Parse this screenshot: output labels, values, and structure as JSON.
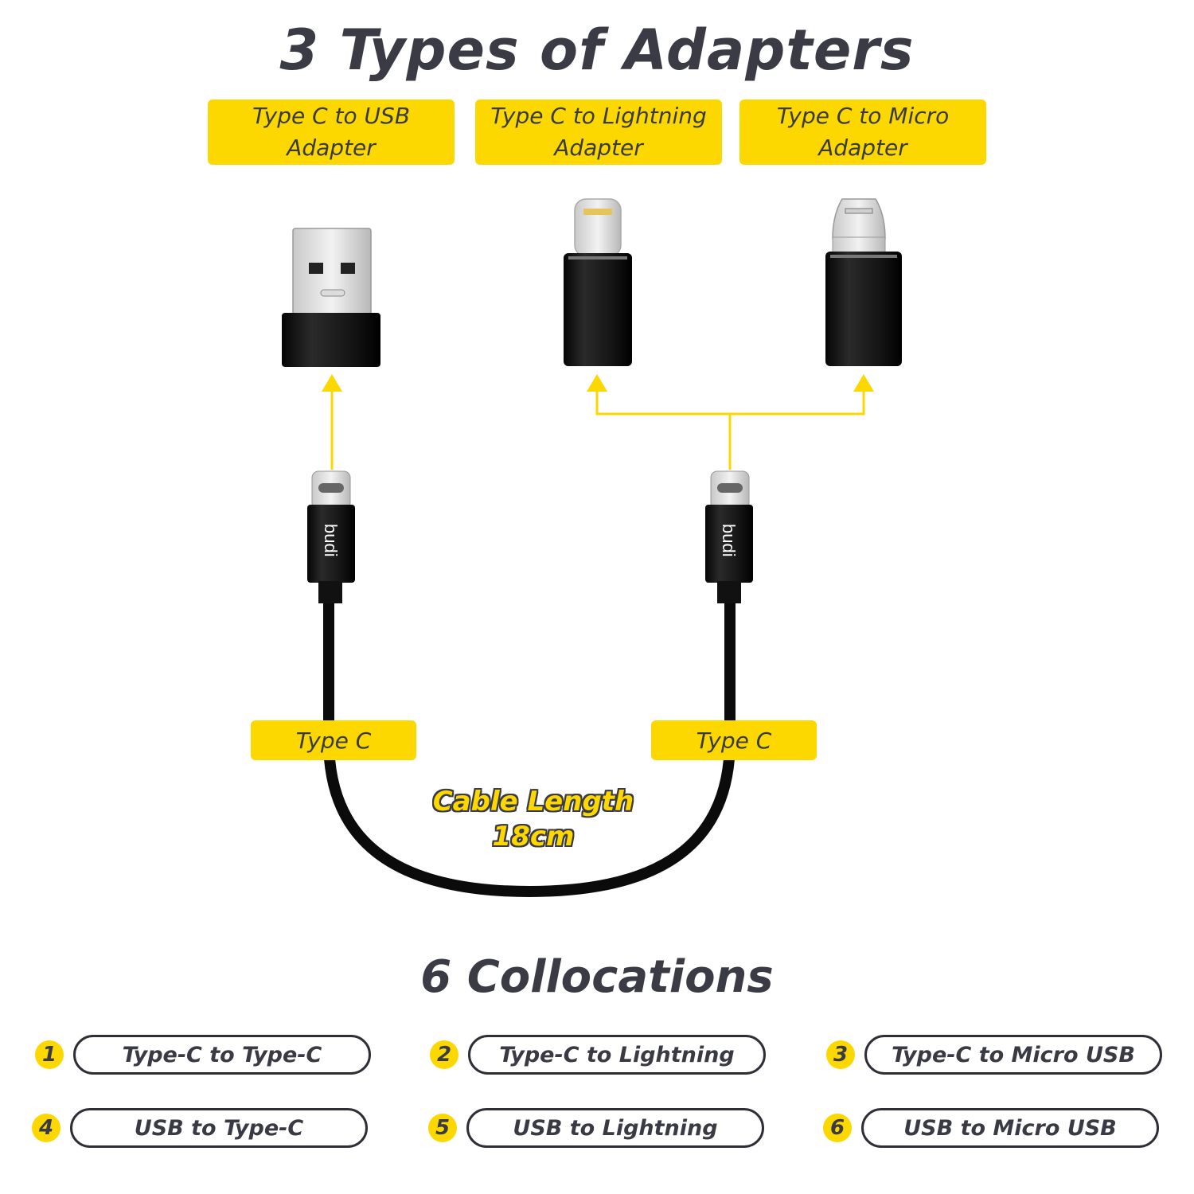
{
  "header": {
    "title": "3 Types of Adapters"
  },
  "adapters": [
    {
      "line1": "Type C to USB",
      "line2": "Adapter",
      "icon": "usb-a-adapter-icon"
    },
    {
      "line1": "Type C to Lightning",
      "line2": "Adapter",
      "icon": "lightning-adapter-icon"
    },
    {
      "line1": "Type C to Micro",
      "line2": "Adapter",
      "icon": "micro-usb-adapter-icon"
    }
  ],
  "cable": {
    "left_label": "Type C",
    "right_label": "Type C",
    "brand": "budi",
    "length_label": "Cable Length",
    "length_value": "18cm"
  },
  "collocations": {
    "title": "6 Collocations",
    "items": [
      {
        "num": "1",
        "label": "Type-C to Type-C"
      },
      {
        "num": "2",
        "label": "Type-C to Lightning"
      },
      {
        "num": "3",
        "label": "Type-C to Micro USB"
      },
      {
        "num": "4",
        "label": "USB to Type-C"
      },
      {
        "num": "5",
        "label": "USB to Lightning"
      },
      {
        "num": "6",
        "label": "USB to Micro USB"
      }
    ]
  },
  "colors": {
    "accent": "#fcd800",
    "text": "#3a3a44",
    "product": "#111111"
  }
}
